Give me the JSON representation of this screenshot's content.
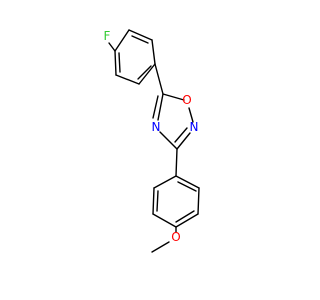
{
  "molecule": {
    "atoms": [
      {
        "id": "F",
        "symbol": "F",
        "color": "#33cc33"
      },
      {
        "id": "O1",
        "symbol": "O",
        "color": "#ff0000"
      },
      {
        "id": "N2",
        "symbol": "N",
        "color": "#0000ff"
      },
      {
        "id": "N4",
        "symbol": "N",
        "color": "#0000ff"
      },
      {
        "id": "O2",
        "symbol": "O",
        "color": "#ff0000"
      }
    ]
  }
}
